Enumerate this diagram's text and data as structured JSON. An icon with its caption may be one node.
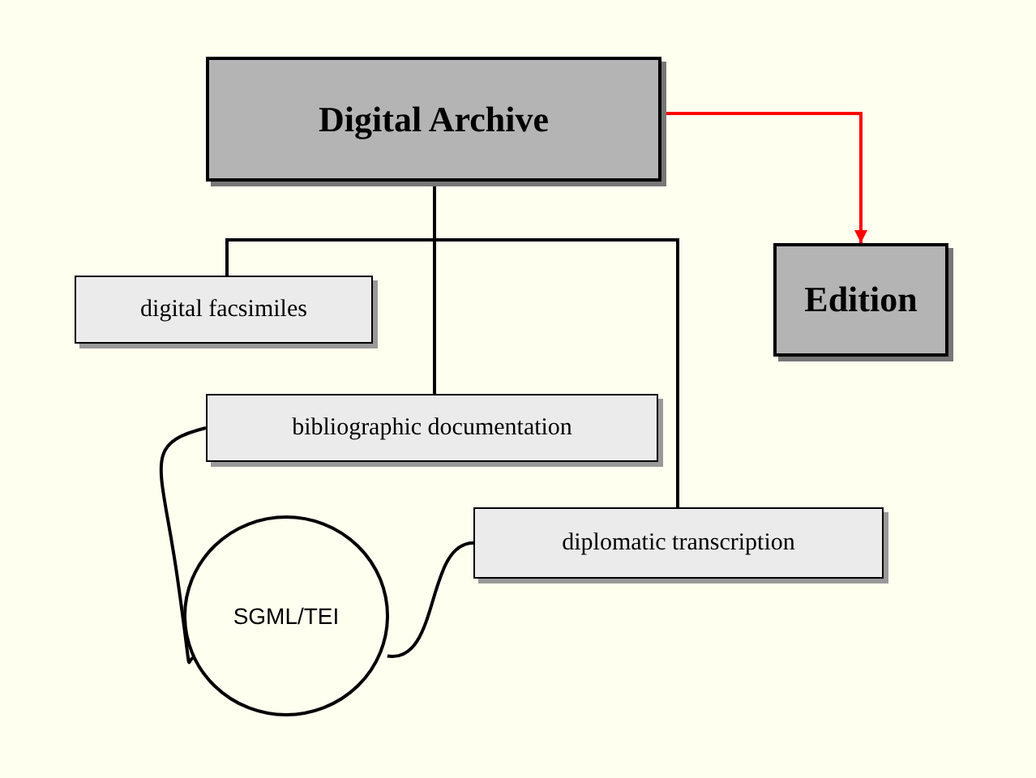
{
  "diagram": {
    "nodes": [
      {
        "text": [
          "Digital Archive"
        ]
      },
      {
        "text": [
          "Edition"
        ]
      },
      {
        "text": [
          "digital facsimiles"
        ]
      },
      {
        "text": [
          "bibliographic documentation"
        ]
      },
      {
        "text": [
          "diplomatic transcription"
        ]
      },
      {
        "text": [
          "SGML/TEI"
        ]
      }
    ],
    "edges": [
      {
        "from": 0,
        "to": 1,
        "arrow": "to",
        "color": "#ff0000"
      },
      {
        "from": 0,
        "to": 2,
        "arrow": "none"
      },
      {
        "from": 0,
        "to": 3,
        "arrow": "none"
      },
      {
        "from": 0,
        "to": 4,
        "arrow": "none"
      },
      {
        "from": 3,
        "to": 5,
        "arrow": "none"
      },
      {
        "from": 4,
        "to": 5,
        "arrow": "none"
      }
    ]
  }
}
